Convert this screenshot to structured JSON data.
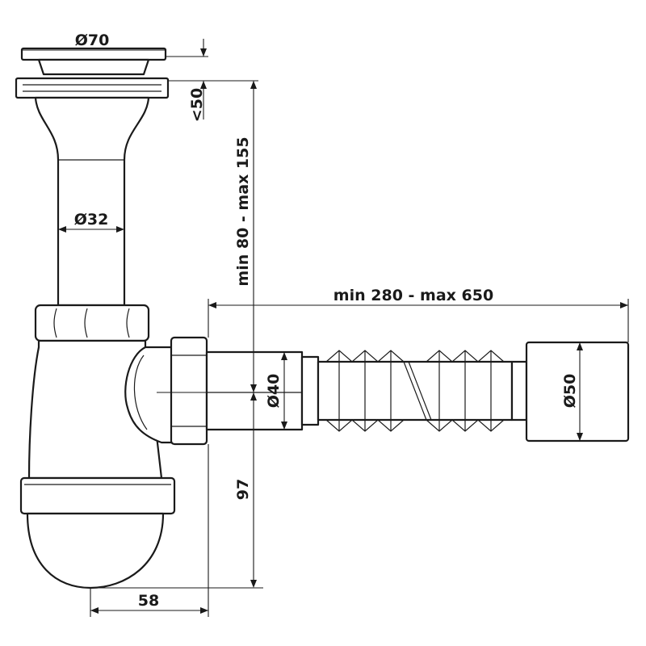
{
  "labels": {
    "dia70": "Ø70",
    "dia32": "Ø32",
    "dia40": "Ø40",
    "dia50": "Ø50",
    "max50": "<50",
    "height_range": "min 80 - max 155",
    "length_range": "min 280 - max 650",
    "h97": "97",
    "w58": "58"
  }
}
